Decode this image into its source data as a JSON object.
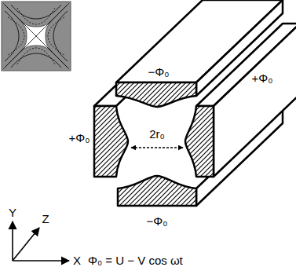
{
  "diagram": {
    "labels": [
      "−Φ₀",
      "+Φ₀",
      "+Φ₀",
      "−Φ₀",
      "2r₀",
      "Y",
      "Z",
      "X",
      "Φ₀ = U − V cos ωt"
    ]
  }
}
